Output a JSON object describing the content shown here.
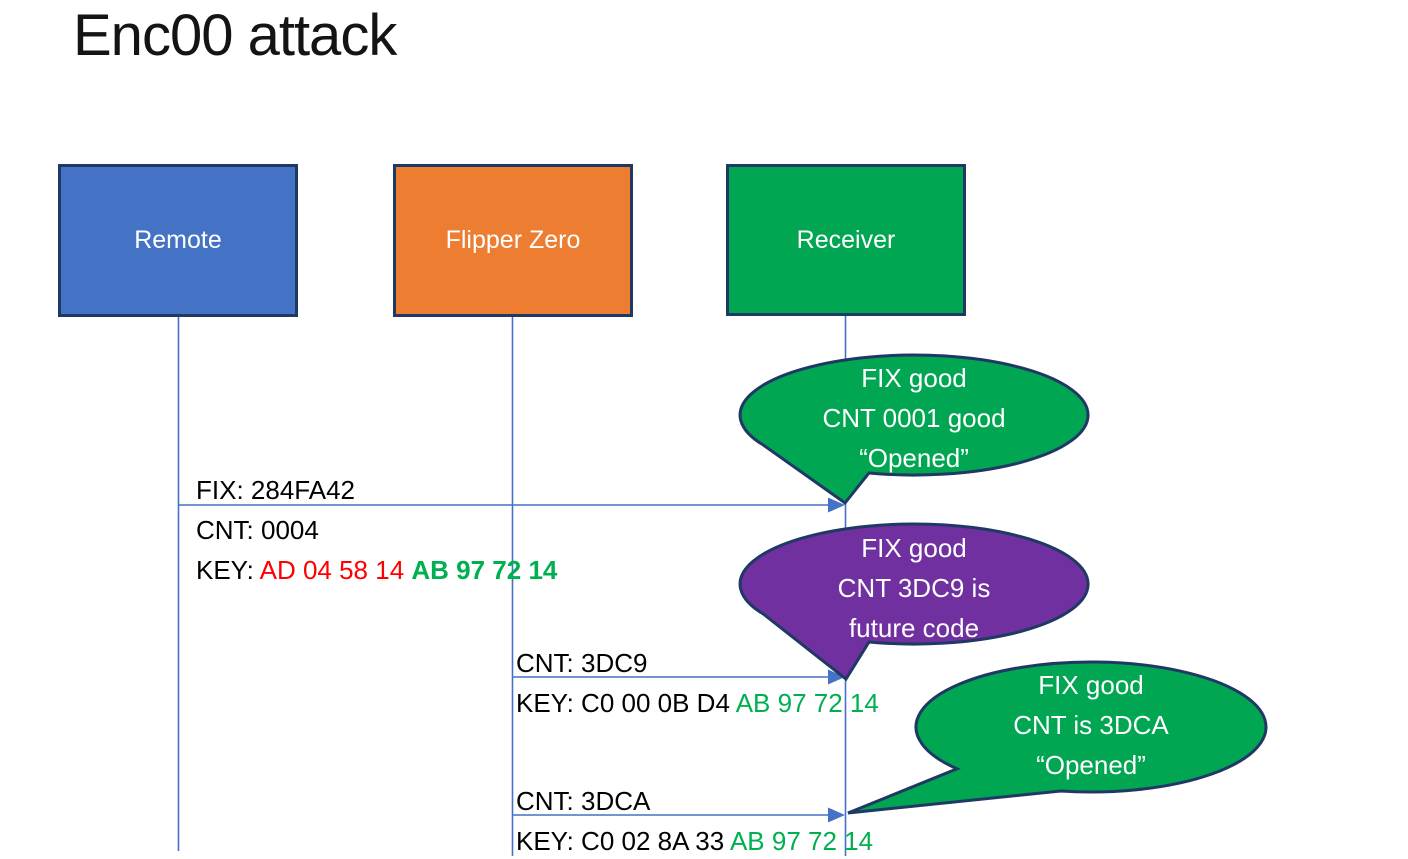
{
  "title": "Enc00 attack",
  "actors": {
    "remote": {
      "label": "Remote",
      "color": "#4472C4"
    },
    "flipper": {
      "label": "Flipper Zero",
      "color": "#ED7D31"
    },
    "receiver": {
      "label": "Receiver",
      "color": "#00A651"
    }
  },
  "messages": {
    "m1": {
      "fix": "FIX: 284FA42",
      "cnt": "CNT: 0004",
      "key_label": "KEY: ",
      "key_red": "AD 04 58 14 ",
      "key_green": "AB 97 72 14"
    },
    "m2": {
      "cnt": "CNT: 3DC9",
      "key_label": "KEY: C0 00 0B D4 ",
      "key_green": "AB 97 72 14"
    },
    "m3": {
      "cnt": "CNT: 3DCA",
      "key_label": "KEY: C0 02 8A 33 ",
      "key_green": "AB 97 72 14"
    }
  },
  "callouts": {
    "c1": {
      "line1": "FIX good",
      "line2": "CNT 0001 good",
      "line3": "“Opened”",
      "color": "#00A651"
    },
    "c2": {
      "line1": "FIX good",
      "line2": "CNT 3DC9 is",
      "line3": "future code",
      "color": "#7030A0"
    },
    "c3": {
      "line1": "FIX good",
      "line2": "CNT is 3DCA",
      "line3": "“Opened”",
      "color": "#00A651"
    }
  },
  "colors": {
    "actor_blue": "#4472C4",
    "actor_orange": "#ED7D31",
    "actor_green": "#00A651",
    "callout_purple": "#7030A0",
    "outline_navy": "#1F3864",
    "arrow_blue": "#4472C4",
    "key_red_text": "#FF0000",
    "key_green_text": "#00B050"
  }
}
